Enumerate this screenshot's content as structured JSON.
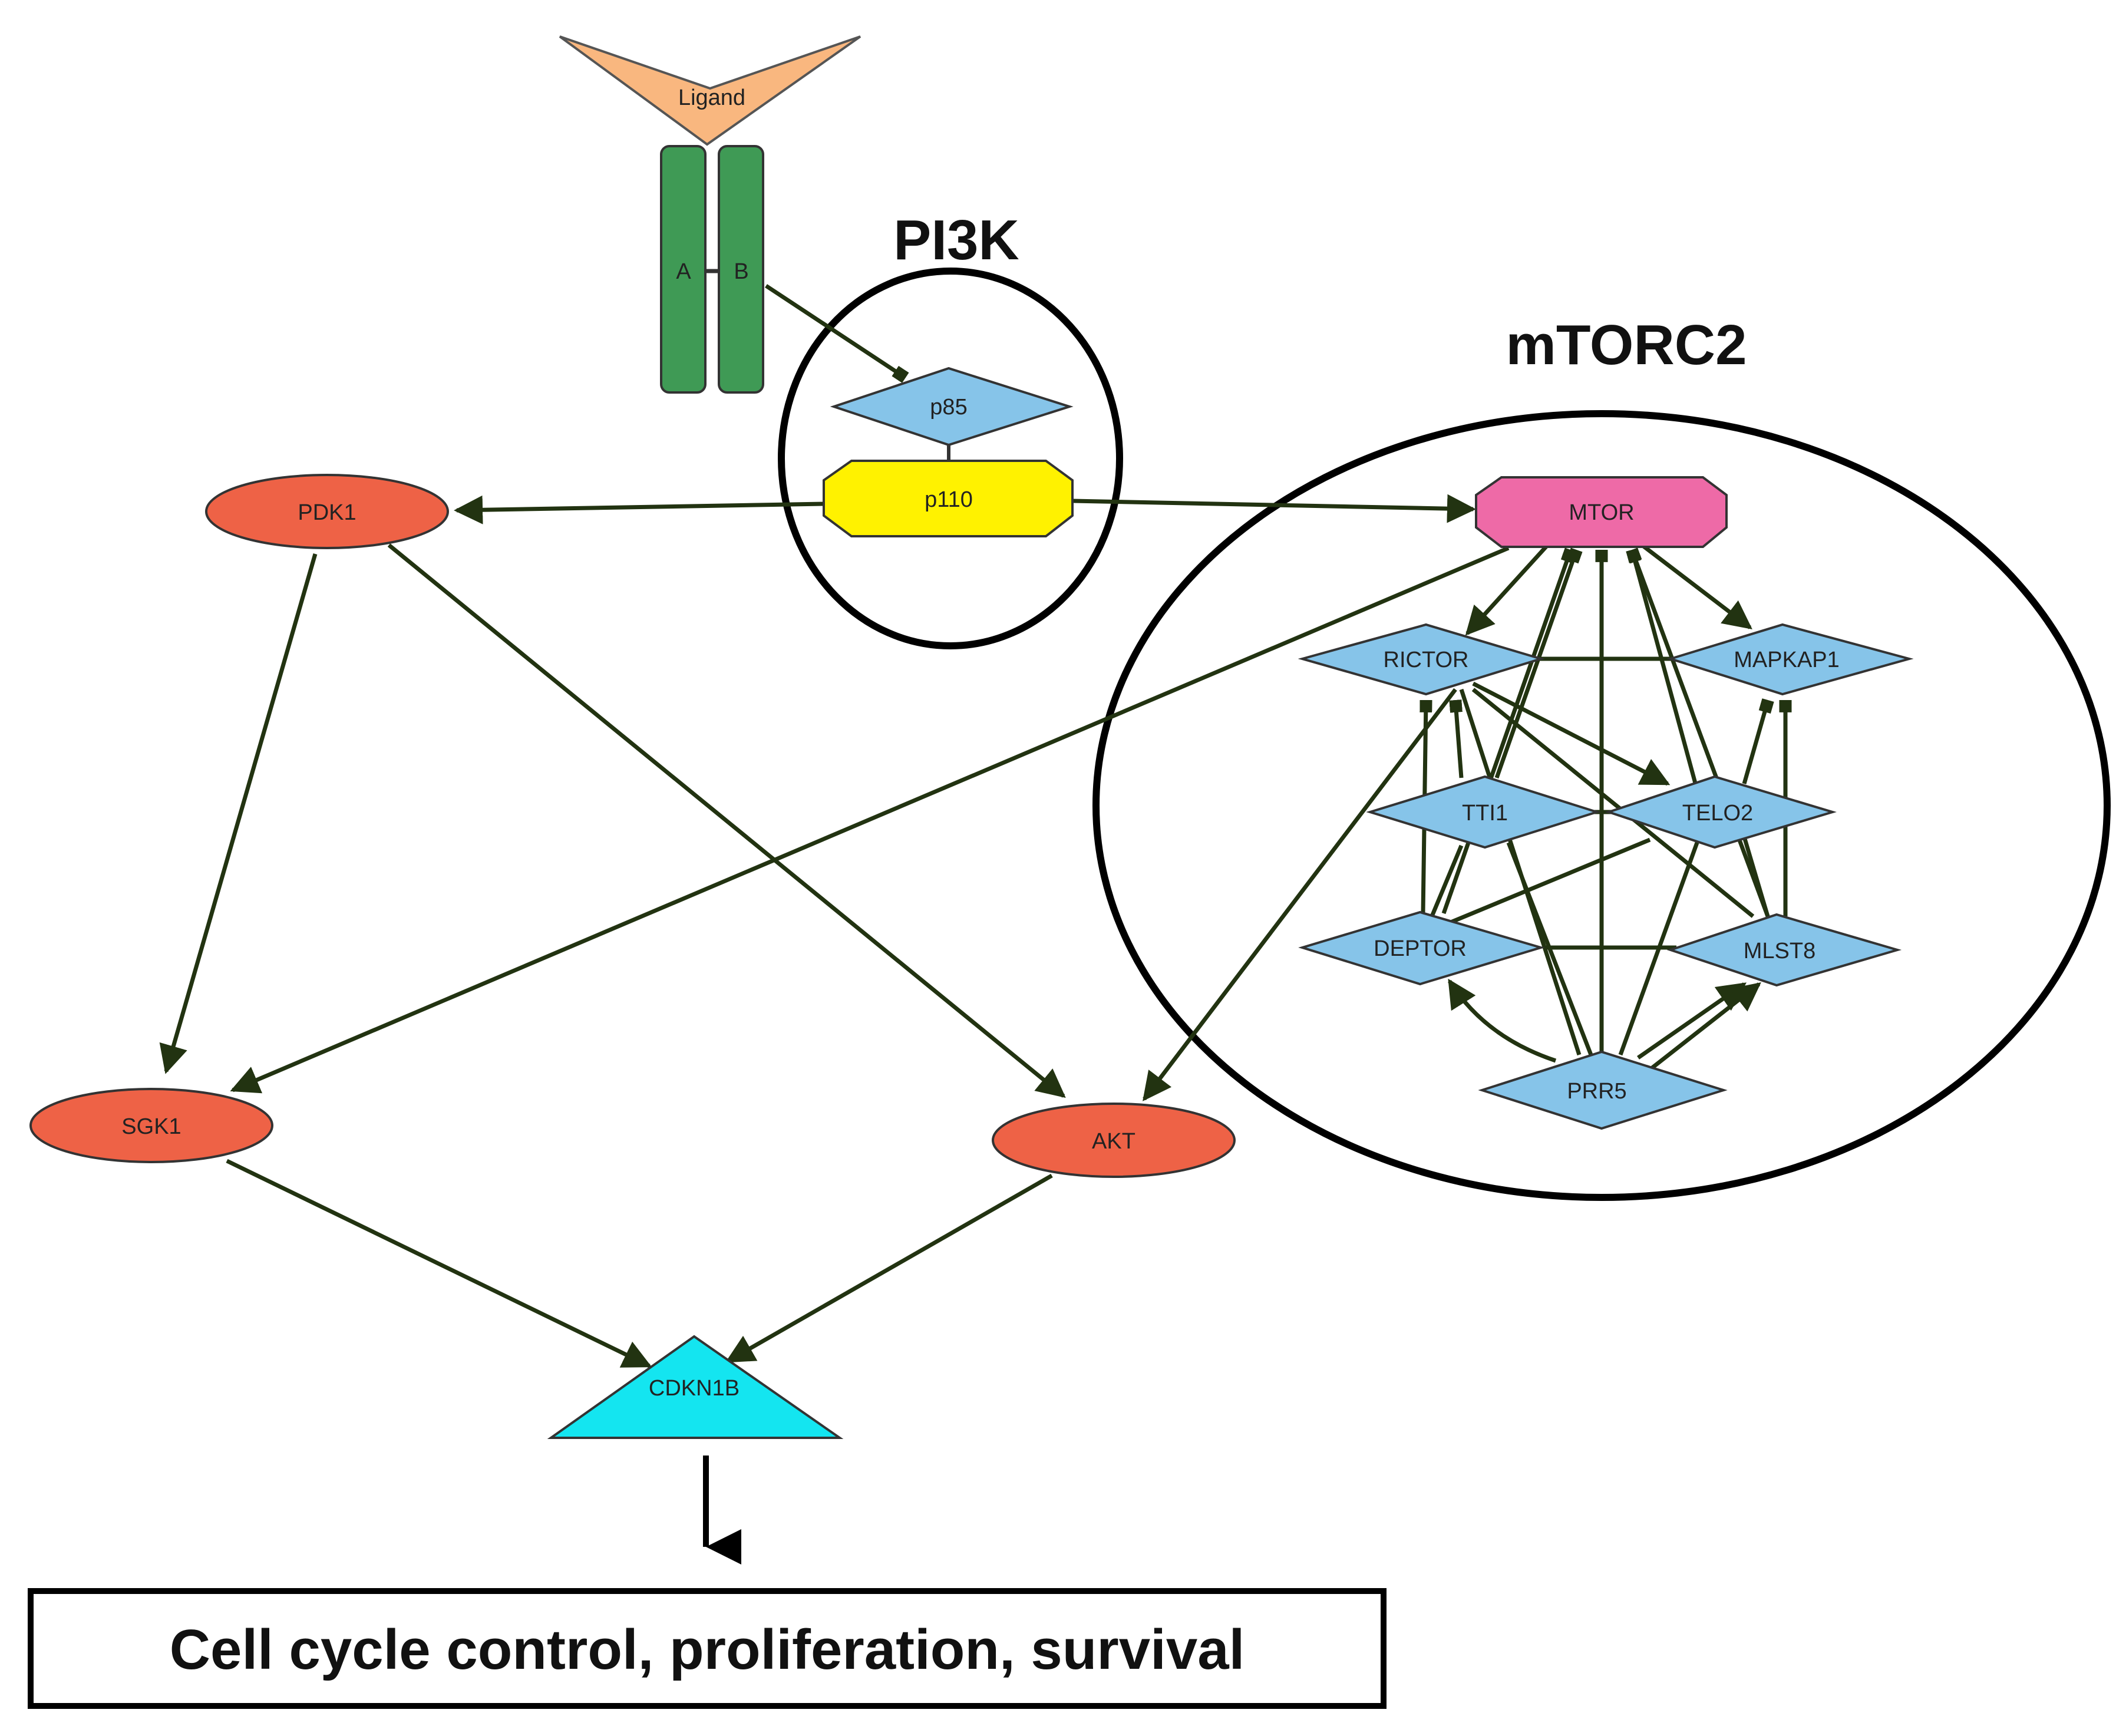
{
  "colors": {
    "edge": "#223311",
    "ligand": "#F9B77F",
    "receptor": "#3F9A55",
    "pi3k_p85": "#86C4E9",
    "pi3k_p110": "#FFF200",
    "kinase": "#EE6246",
    "mtor": "#EE6AA7",
    "mtorc2_member": "#86C4E9",
    "cdkn1b": "#14E5F0"
  },
  "groups": {
    "pi3k": {
      "label": "PI3K"
    },
    "mtorc2": {
      "label": "mTORC2"
    }
  },
  "nodes": {
    "ligand": {
      "label": "Ligand"
    },
    "receptor_a": {
      "label": "A"
    },
    "receptor_b": {
      "label": "B"
    },
    "p85": {
      "label": "p85"
    },
    "p110": {
      "label": "p110"
    },
    "pdk1": {
      "label": "PDK1"
    },
    "mtor": {
      "label": "MTOR"
    },
    "rictor": {
      "label": "RICTOR"
    },
    "mapkap1": {
      "label": "MAPKAP1"
    },
    "tti1": {
      "label": "TTI1"
    },
    "telo2": {
      "label": "TELO2"
    },
    "deptor": {
      "label": "DEPTOR"
    },
    "mlst8": {
      "label": "MLST8"
    },
    "prr5": {
      "label": "PRR5"
    },
    "sgk1": {
      "label": "SGK1"
    },
    "akt": {
      "label": "AKT"
    },
    "cdkn1b": {
      "label": "CDKN1B"
    }
  },
  "outcome": {
    "label": "Cell cycle control, proliferation, survival"
  }
}
